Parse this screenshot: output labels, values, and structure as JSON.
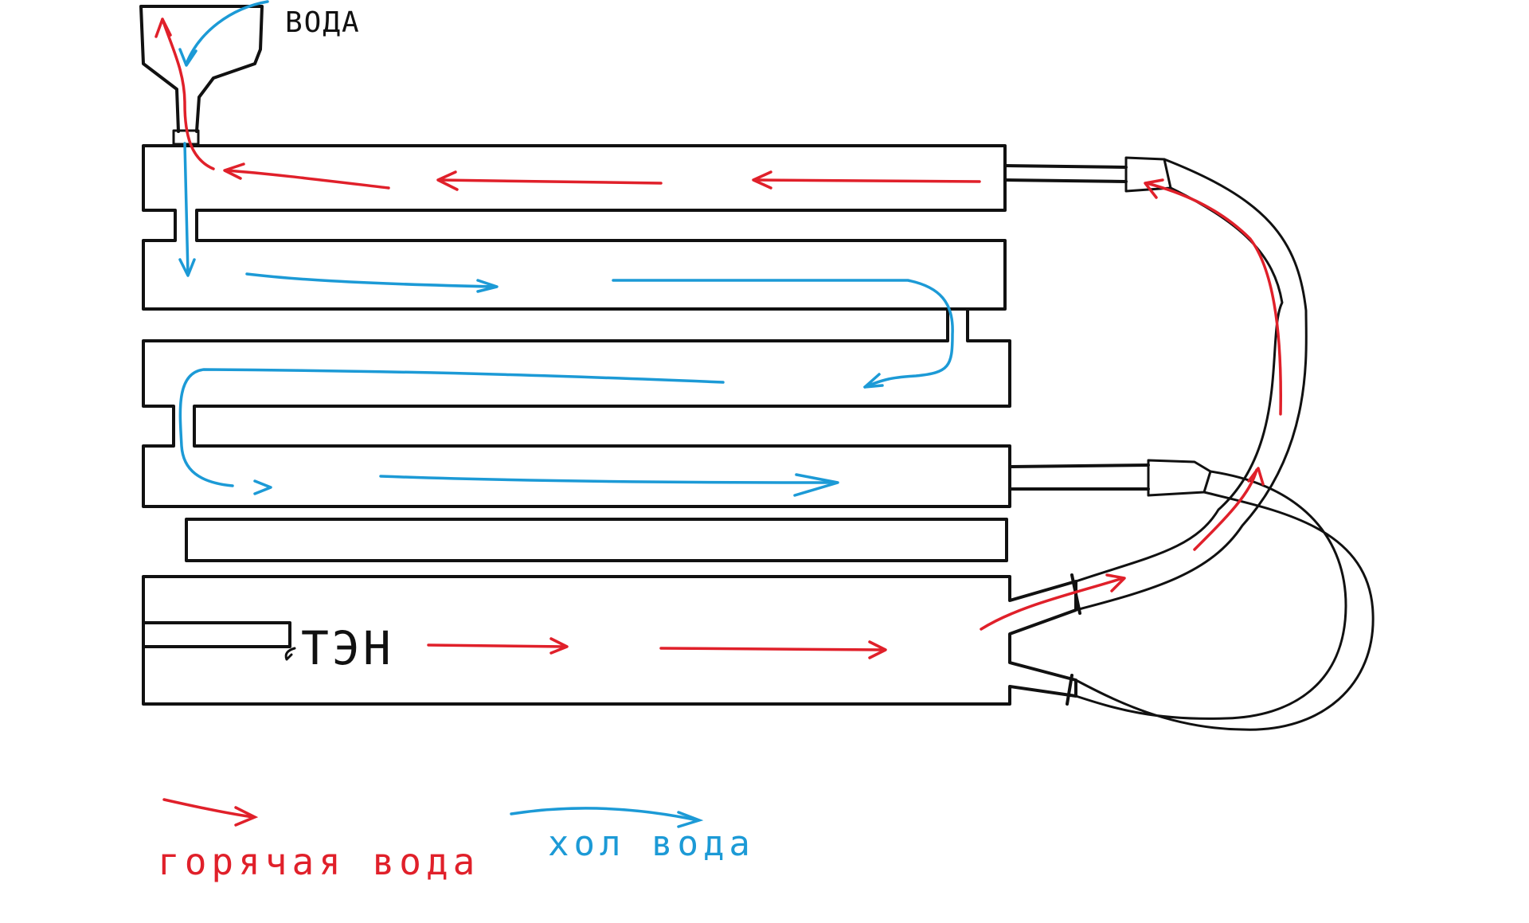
{
  "labels": {
    "water_top": "ВОДА",
    "heater": "ТЭН",
    "legend_hot": "горячая вода",
    "legend_cold": "хол вода"
  },
  "colors": {
    "outline": "#111111",
    "hot": "#e0202a",
    "cold": "#1c9ad6",
    "background": "#ffffff"
  }
}
